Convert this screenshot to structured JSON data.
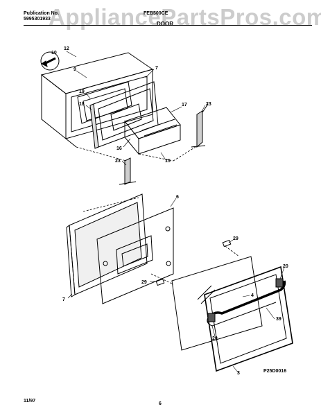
{
  "header": {
    "publication_label": "Publication No.",
    "publication_number": "5995301933",
    "model": "FEB500CE",
    "section_title": "DOOR"
  },
  "watermark": "AppliancePartsPros.com",
  "callouts": {
    "c10": "10",
    "c12": "12",
    "c9": "9",
    "c7a": "7",
    "c19": "19",
    "c18": "18",
    "c17": "17",
    "c23a": "23",
    "c16": "16",
    "c15": "15",
    "c23b": "23",
    "c6": "6",
    "c29a": "29",
    "c7b": "7",
    "c29b": "29",
    "c20a": "20",
    "c4": "4",
    "c39": "39",
    "c20b": "20",
    "c3": "3"
  },
  "footer": {
    "figure_id": "P25D0016",
    "date": "11/97",
    "page": "6"
  }
}
